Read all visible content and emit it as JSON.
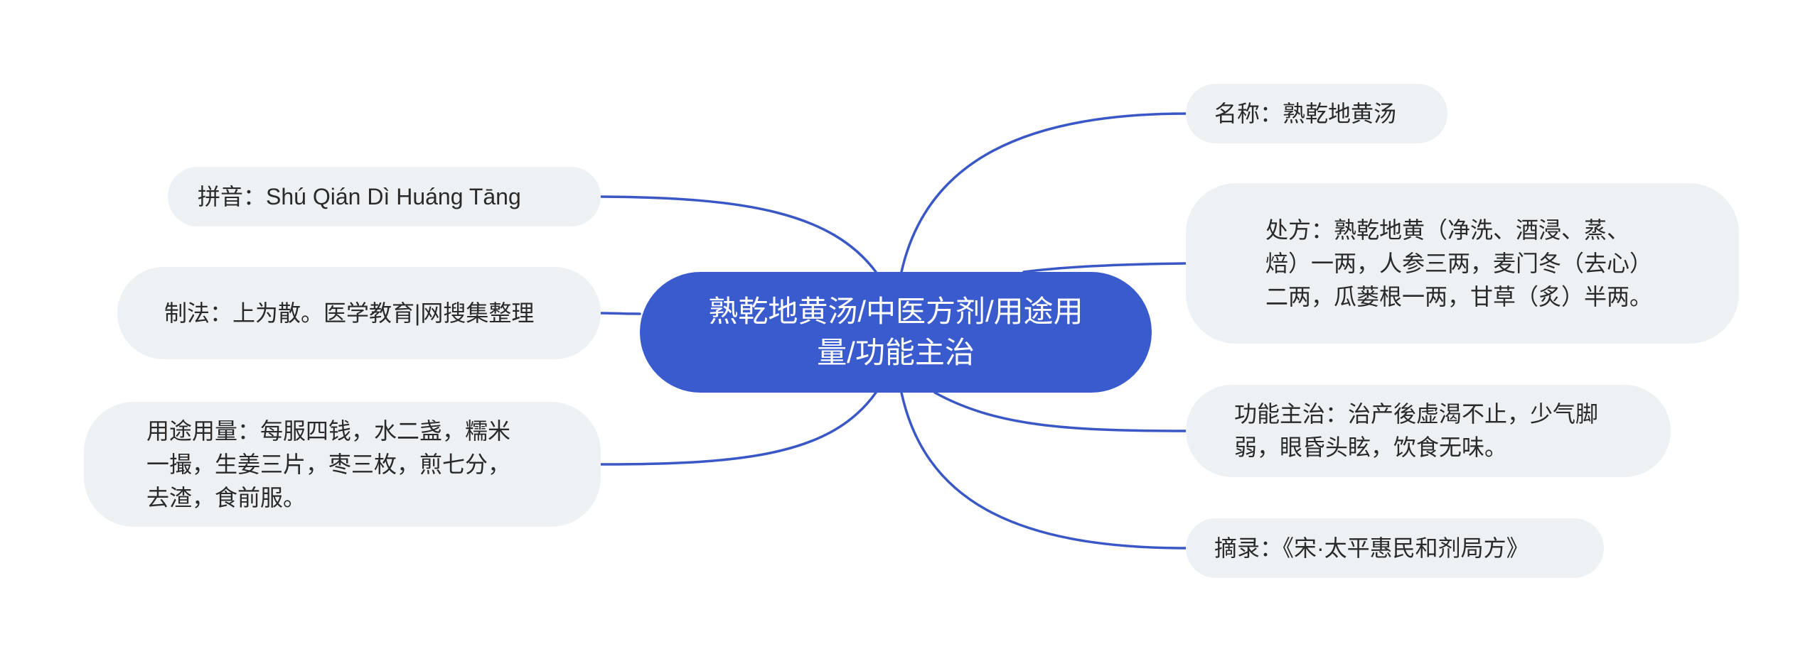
{
  "center": {
    "title": "熟乾地黄汤/中医方剂/用途用量/功能主治"
  },
  "branches": {
    "name": "名称：熟乾地黄汤",
    "pinyin": "拼音：Shú Qián Dì Huáng Tāng",
    "prescription": "处方：熟乾地黄（净洗、酒浸、蒸、焙）一两，人参三两，麦门冬（去心）二两，瓜蒌根一两，甘草（炙）半两。",
    "preparation": "制法：上为散。医学教育|网搜集整理",
    "indications": "功能主治：治产後虚渴不止，少气脚弱，眼昏头眩，饮食无味。",
    "usage": "用途用量：每服四钱，水二盏，糯米一撮，生姜三片，枣三枚，煎七分，去渣，食前服。",
    "source": "摘录：《宋·太平惠民和剂局方》"
  },
  "colors": {
    "center_fill": "#3a5bcd",
    "line": "#3a57c6",
    "leaf_fill": "#eef1f4"
  }
}
